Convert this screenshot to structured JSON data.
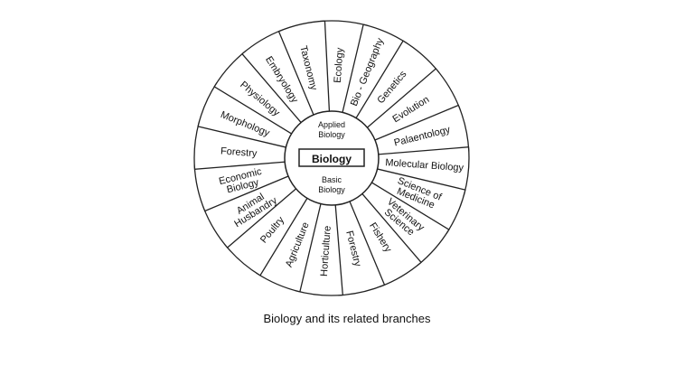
{
  "diagram": {
    "center_label": "Biology",
    "upper_label": [
      "Applied",
      "Biology"
    ],
    "lower_label": [
      "Basic",
      "Biology"
    ],
    "caption": "Biology and its related branches",
    "colors": {
      "stroke": "#222222",
      "fill": "#ffffff",
      "text": "#111111"
    },
    "petals": [
      {
        "lines": [
          "Ecology"
        ]
      },
      {
        "lines": [
          "Bio - Geography"
        ]
      },
      {
        "lines": [
          "Genetics"
        ]
      },
      {
        "lines": [
          "Evolution"
        ]
      },
      {
        "lines": [
          "Palaentology"
        ]
      },
      {
        "lines": [
          "Molecular Biology"
        ]
      },
      {
        "lines": [
          "Science of",
          "Medicine"
        ]
      },
      {
        "lines": [
          "Veterinary",
          "Science"
        ]
      },
      {
        "lines": [
          "Fishery"
        ]
      },
      {
        "lines": [
          "Forestry"
        ]
      },
      {
        "lines": [
          "Horticulture"
        ]
      },
      {
        "lines": [
          "Agriculture"
        ]
      },
      {
        "lines": [
          "Poultry"
        ]
      },
      {
        "lines": [
          "Animal",
          "Husbandry"
        ]
      },
      {
        "lines": [
          "Economic",
          "Biology"
        ]
      },
      {
        "lines": [
          "Forestry"
        ]
      },
      {
        "lines": [
          "Morphology"
        ]
      },
      {
        "lines": [
          "Physiology"
        ]
      },
      {
        "lines": [
          "Embryology"
        ]
      },
      {
        "lines": [
          "Taxonomy"
        ]
      }
    ]
  }
}
